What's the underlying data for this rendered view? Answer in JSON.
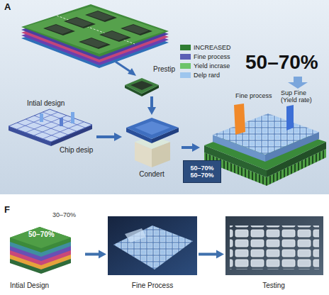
{
  "diagram": {
    "nodes": [
      {
        "text": [
          "Intial design",
          "Chip desip"
        ]
      },
      {
        "text": [
          "Prestip"
        ]
      },
      {
        "text": [
          "Condert"
        ]
      },
      {
        "text": [
          "50–70% 50–70%"
        ]
      },
      {
        "text": [
          "Fine process",
          "Sup Fine (Yield rate)"
        ]
      },
      {
        "text": [
          "30–70%",
          "50–70%",
          "Intial Design"
        ]
      },
      {
        "text": [
          "Fine Process"
        ]
      },
      {
        "text": [
          "Testing"
        ]
      }
    ],
    "edges": [
      {
        "from": 0,
        "to": 2,
        "arrow": "to"
      },
      {
        "from": 1,
        "to": 2,
        "arrow": "to"
      },
      {
        "from": 2,
        "to": 4,
        "arrow": "to"
      },
      {
        "from": 5,
        "to": 6,
        "arrow": "to"
      },
      {
        "from": 6,
        "to": 7,
        "arrow": "to"
      }
    ],
    "labels": [
      "A",
      "F",
      "50–70%"
    ],
    "legend": [
      {
        "text": "INCREASED",
        "color": "#2f7d32"
      },
      {
        "text": "Fine process",
        "color": "#5b5fb5"
      },
      {
        "text": "Yield incrase",
        "color": "#6cc46a"
      },
      {
        "text": "Delp rard",
        "color": "#9ec6ee"
      }
    ]
  }
}
